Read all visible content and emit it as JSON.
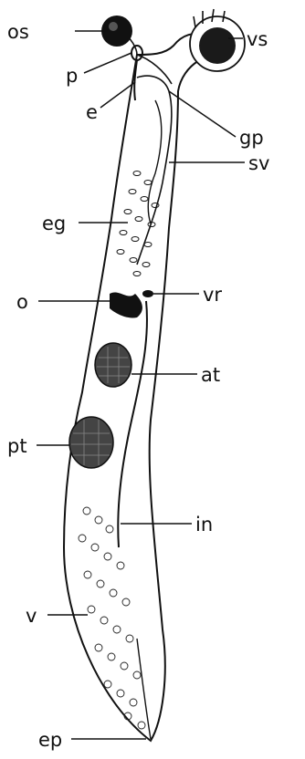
{
  "figure": {
    "labels": {
      "os": "os",
      "p": "p",
      "e": "e",
      "vs": "vs",
      "gp": "gp",
      "sv": "sv",
      "eg": "eg",
      "o": "o",
      "vr": "vr",
      "at": "at",
      "pt": "pt",
      "in": "in",
      "v": "v",
      "ep": "ep"
    }
  }
}
